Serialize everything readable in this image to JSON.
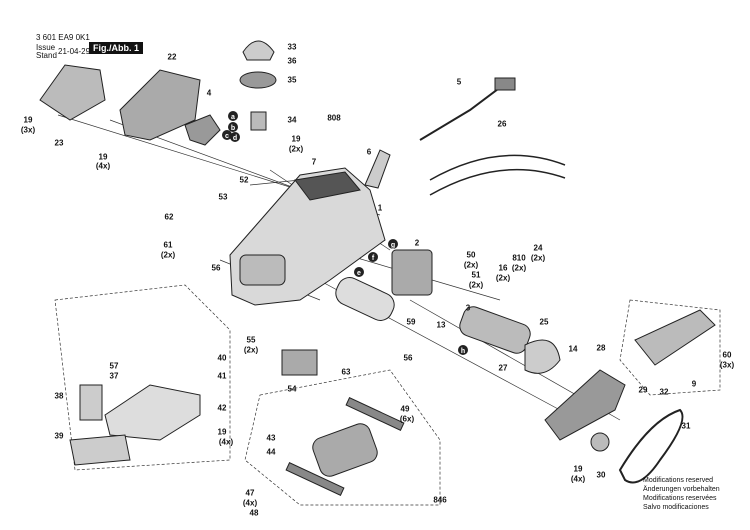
{
  "header": {
    "doc_number": "3 601 EA9 0K1",
    "issue_label": "Issue",
    "stand_label": "Stand",
    "date": "21-04-29",
    "figure": "Fig./Abb. 1"
  },
  "parts": [
    {
      "id": "p33",
      "text": "33"
    },
    {
      "id": "p36",
      "text": "36"
    },
    {
      "id": "p35",
      "text": "35"
    },
    {
      "id": "p34",
      "text": "34"
    },
    {
      "id": "p22",
      "text": "22"
    },
    {
      "id": "p4",
      "text": "4"
    },
    {
      "id": "p5",
      "text": "5"
    },
    {
      "id": "p808",
      "text": "808"
    },
    {
      "id": "p19a",
      "text": "19"
    },
    {
      "id": "p19a_q",
      "text": "(3x)"
    },
    {
      "id": "p23",
      "text": "23"
    },
    {
      "id": "p19b",
      "text": "19"
    },
    {
      "id": "p19b_q",
      "text": "(4x)"
    },
    {
      "id": "p19c",
      "text": "19"
    },
    {
      "id": "p19c_q",
      "text": "(2x)"
    },
    {
      "id": "p7",
      "text": "7"
    },
    {
      "id": "p6",
      "text": "6"
    },
    {
      "id": "p26",
      "text": "26"
    },
    {
      "id": "p52",
      "text": "52"
    },
    {
      "id": "p53",
      "text": "53"
    },
    {
      "id": "p1",
      "text": "1"
    },
    {
      "id": "p62",
      "text": "62"
    },
    {
      "id": "p61",
      "text": "61"
    },
    {
      "id": "p61_q",
      "text": "(2x)"
    },
    {
      "id": "p56a",
      "text": "56"
    },
    {
      "id": "p2",
      "text": "2"
    },
    {
      "id": "p50",
      "text": "50"
    },
    {
      "id": "p50_q",
      "text": "(2x)"
    },
    {
      "id": "p16",
      "text": "16"
    },
    {
      "id": "p16_q",
      "text": "(2x)"
    },
    {
      "id": "p810",
      "text": "810"
    },
    {
      "id": "p810_q",
      "text": "(2x)"
    },
    {
      "id": "p24",
      "text": "24"
    },
    {
      "id": "p24_q",
      "text": "(2x)"
    },
    {
      "id": "p51",
      "text": "51"
    },
    {
      "id": "p51_q",
      "text": "(2x)"
    },
    {
      "id": "p59",
      "text": "59"
    },
    {
      "id": "p3",
      "text": "3"
    },
    {
      "id": "p13",
      "text": "13"
    },
    {
      "id": "p25",
      "text": "25"
    },
    {
      "id": "p55",
      "text": "55"
    },
    {
      "id": "p55_q",
      "text": "(2x)"
    },
    {
      "id": "p56b",
      "text": "56"
    },
    {
      "id": "p14",
      "text": "14"
    },
    {
      "id": "p28",
      "text": "28"
    },
    {
      "id": "p32",
      "text": "32"
    },
    {
      "id": "p60",
      "text": "60"
    },
    {
      "id": "p60_q",
      "text": "(3x)"
    },
    {
      "id": "p57",
      "text": "57"
    },
    {
      "id": "p37",
      "text": "37"
    },
    {
      "id": "p40",
      "text": "40"
    },
    {
      "id": "p41",
      "text": "41"
    },
    {
      "id": "p54",
      "text": "54"
    },
    {
      "id": "p63",
      "text": "63"
    },
    {
      "id": "p27",
      "text": "27"
    },
    {
      "id": "p38",
      "text": "38"
    },
    {
      "id": "p42",
      "text": "42"
    },
    {
      "id": "p29",
      "text": "29"
    },
    {
      "id": "p9",
      "text": "9"
    },
    {
      "id": "p39",
      "text": "39"
    },
    {
      "id": "p19d",
      "text": "19"
    },
    {
      "id": "p19d_q",
      "text": "(4x)"
    },
    {
      "id": "p49",
      "text": "49"
    },
    {
      "id": "p49_q",
      "text": "(6x)"
    },
    {
      "id": "p43",
      "text": "43"
    },
    {
      "id": "p44",
      "text": "44"
    },
    {
      "id": "p31",
      "text": "31"
    },
    {
      "id": "p19e",
      "text": "19"
    },
    {
      "id": "p19e_q",
      "text": "(4x)"
    },
    {
      "id": "p30",
      "text": "30"
    },
    {
      "id": "p47",
      "text": "47"
    },
    {
      "id": "p47_q",
      "text": "(4x)"
    },
    {
      "id": "p48",
      "text": "48"
    },
    {
      "id": "p846",
      "text": "846"
    }
  ],
  "markers": [
    "a",
    "b",
    "c",
    "d",
    "e",
    "f",
    "g",
    "h"
  ],
  "footer": {
    "line1": "Modifications reserved",
    "line2": "Änderungen vorbehalten",
    "line3": "Modifications reservées",
    "line4": "Salvo modificaciones"
  }
}
